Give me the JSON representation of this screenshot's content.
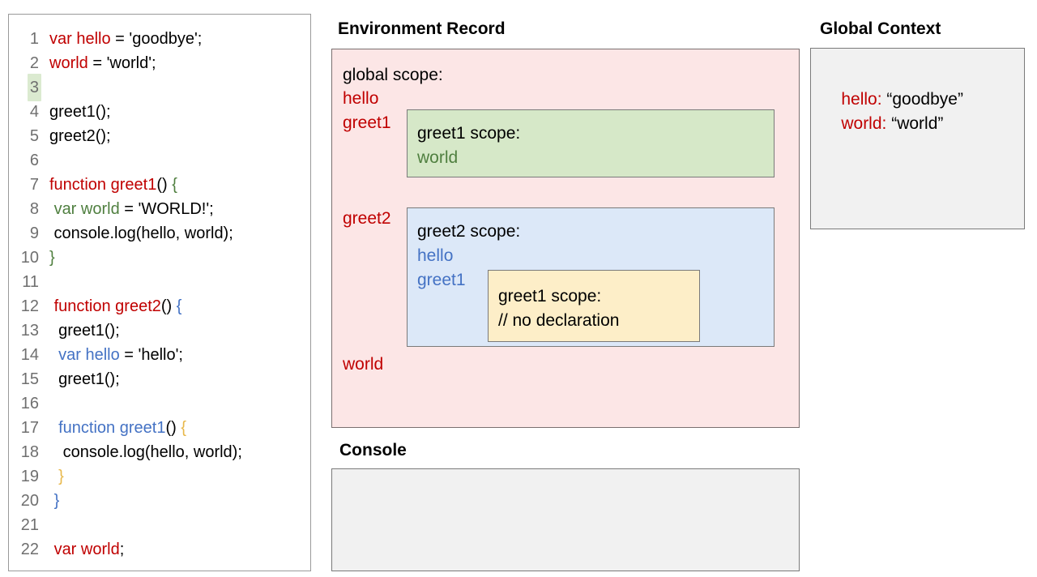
{
  "editor": {
    "highlighted_line": 3,
    "lines": [
      {
        "num": "1",
        "tokens": [
          {
            "t": "var hello",
            "c": "red"
          },
          {
            "t": " = 'goodbye';",
            "c": "black"
          }
        ]
      },
      {
        "num": "2",
        "tokens": [
          {
            "t": "world",
            "c": "red"
          },
          {
            "t": " = 'world';",
            "c": "black"
          }
        ]
      },
      {
        "num": "3",
        "tokens": []
      },
      {
        "num": "4",
        "tokens": [
          {
            "t": "greet1();",
            "c": "black"
          }
        ]
      },
      {
        "num": "5",
        "tokens": [
          {
            "t": "greet2();",
            "c": "black"
          }
        ]
      },
      {
        "num": "6",
        "tokens": []
      },
      {
        "num": "7",
        "tokens": [
          {
            "t": "function greet1",
            "c": "red"
          },
          {
            "t": "() ",
            "c": "black"
          },
          {
            "t": "{",
            "c": "green"
          }
        ]
      },
      {
        "num": "8",
        "tokens": [
          {
            "t": " ",
            "c": "black"
          },
          {
            "t": "var world",
            "c": "green"
          },
          {
            "t": " = 'WORLD!';",
            "c": "black"
          }
        ]
      },
      {
        "num": "9",
        "tokens": [
          {
            "t": " console.log(hello, world);",
            "c": "black"
          }
        ]
      },
      {
        "num": "10",
        "tokens": [
          {
            "t": "}",
            "c": "green"
          }
        ]
      },
      {
        "num": "11",
        "tokens": []
      },
      {
        "num": "12",
        "tokens": [
          {
            "t": " ",
            "c": "black"
          },
          {
            "t": "function greet2",
            "c": "red"
          },
          {
            "t": "() ",
            "c": "black"
          },
          {
            "t": "{",
            "c": "blue"
          }
        ]
      },
      {
        "num": "13",
        "tokens": [
          {
            "t": "  greet1();",
            "c": "black"
          }
        ]
      },
      {
        "num": "14",
        "tokens": [
          {
            "t": "  ",
            "c": "black"
          },
          {
            "t": "var hello",
            "c": "blue"
          },
          {
            "t": " = 'hello';",
            "c": "black"
          }
        ]
      },
      {
        "num": "15",
        "tokens": [
          {
            "t": "  greet1();",
            "c": "black"
          }
        ]
      },
      {
        "num": "16",
        "tokens": []
      },
      {
        "num": "17",
        "tokens": [
          {
            "t": "  ",
            "c": "black"
          },
          {
            "t": "function greet1",
            "c": "blue"
          },
          {
            "t": "() ",
            "c": "black"
          },
          {
            "t": "{",
            "c": "gold"
          }
        ]
      },
      {
        "num": "18",
        "tokens": [
          {
            "t": "   console.log(hello, world);",
            "c": "black"
          }
        ]
      },
      {
        "num": "19",
        "tokens": [
          {
            "t": "  ",
            "c": "black"
          },
          {
            "t": "}",
            "c": "gold"
          }
        ]
      },
      {
        "num": "20",
        "tokens": [
          {
            "t": " ",
            "c": "black"
          },
          {
            "t": "}",
            "c": "blue"
          }
        ]
      },
      {
        "num": "21",
        "tokens": []
      },
      {
        "num": "22",
        "tokens": [
          {
            "t": " ",
            "c": "black"
          },
          {
            "t": "var world",
            "c": "red"
          },
          {
            "t": ";",
            "c": "black"
          }
        ]
      }
    ]
  },
  "environment_record": {
    "heading": "Environment Record",
    "global_scope": {
      "title": "global scope:",
      "bindings": [
        "hello",
        "greet1",
        "greet2",
        "world"
      ]
    },
    "greet1_scope": {
      "title": "greet1 scope:",
      "bindings": [
        "world"
      ]
    },
    "greet2_scope": {
      "title": "greet2 scope:",
      "bindings": [
        "hello",
        "greet1"
      ]
    },
    "greet1_inner_scope": {
      "title": "greet1 scope:",
      "note": "// no declaration"
    }
  },
  "console": {
    "heading": "Console",
    "output": ""
  },
  "global_context": {
    "heading": "Global Context",
    "entries": [
      {
        "key": "hello:",
        "value": " “goodbye”"
      },
      {
        "key": "world:",
        "value": " “world”"
      }
    ]
  },
  "colors": {
    "red": "#c00000",
    "green": "#4f7f3f",
    "blue": "#4472c4",
    "gold": "#e8b84b",
    "pink_panel": "#fce6e6",
    "green_panel": "#d6e8c8",
    "blue_panel": "#dce8f8",
    "yellow_panel": "#fdeec8",
    "gray_panel": "#f1f1f1",
    "line_number": "#6f6f6f",
    "line_highlight": "#dbead0"
  }
}
